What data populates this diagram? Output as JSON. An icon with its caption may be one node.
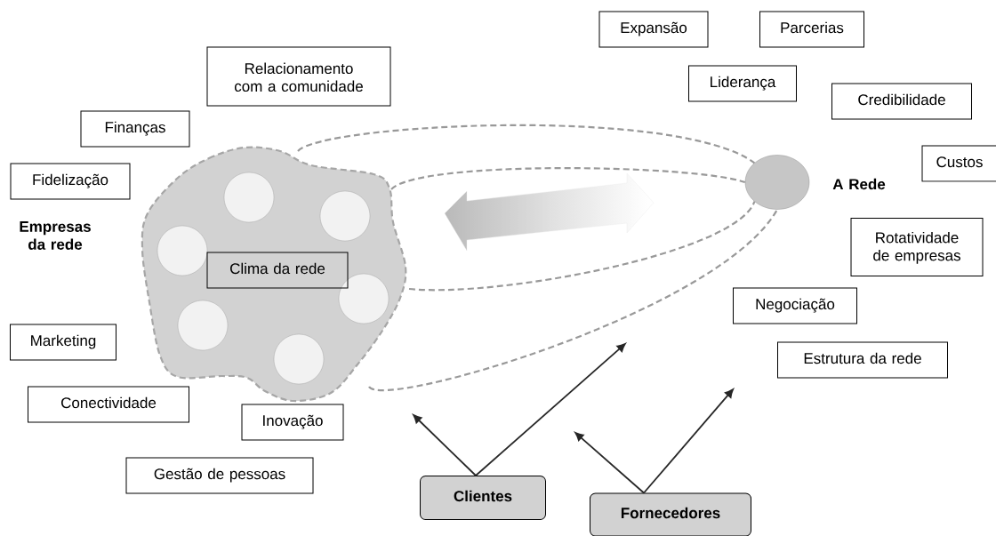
{
  "diagram": {
    "nodes": [
      {
        "text": [
          "Expansão"
        ]
      },
      {
        "text": [
          "Parcerias"
        ]
      },
      {
        "text": [
          "Relacionamento com a comunidade"
        ]
      },
      {
        "text": [
          "Liderança"
        ]
      },
      {
        "text": [
          "Credibilidade"
        ]
      },
      {
        "text": [
          "Finanças"
        ]
      },
      {
        "text": [
          "Custos"
        ]
      },
      {
        "text": [
          "Fidelização"
        ]
      },
      {
        "text": [],
        "shape": "cloud"
      },
      {
        "text": [],
        "shape": "circle",
        "in": 8
      },
      {
        "text": [],
        "shape": "circle",
        "in": 8
      },
      {
        "text": [],
        "shape": "circle",
        "in": 8
      },
      {
        "text": [],
        "shape": "circle",
        "in": 8
      },
      {
        "text": [],
        "shape": "circle",
        "in": 8
      },
      {
        "text": [],
        "shape": "circle",
        "in": 8
      },
      {
        "text": [
          "Clima da rede"
        ],
        "in": 8
      },
      {
        "text": [],
        "shape": "circle",
        "beside": [
          "A Rede"
        ]
      },
      {
        "text": [
          "Rotatividade de empresas"
        ]
      },
      {
        "text": [
          "Negociação"
        ]
      },
      {
        "text": [
          "Marketing"
        ]
      },
      {
        "text": [
          "Estrutura da rede"
        ]
      },
      {
        "text": [
          "Conectividade"
        ]
      },
      {
        "text": [
          "Inovação"
        ]
      },
      {
        "text": [
          "Gestão de pessoas"
        ]
      },
      {
        "text": [
          "Clientes"
        ]
      },
      {
        "text": [
          "Fornecedores"
        ]
      }
    ],
    "edges": [
      {
        "from": 24,
        "to": null,
        "arrow": "to"
      },
      {
        "from": 24,
        "to": null,
        "arrow": "to"
      },
      {
        "from": 25,
        "to": null,
        "arrow": "to"
      },
      {
        "from": 25,
        "to": null,
        "arrow": "to"
      },
      {
        "from": 8,
        "to": 16,
        "arrow": "none",
        "style": "dashed",
        "color": "#999999"
      },
      {
        "from": 8,
        "to": 16,
        "arrow": "none",
        "style": "dashed",
        "color": "#999999"
      },
      {
        "from": 8,
        "to": 16,
        "arrow": "none",
        "style": "dashed",
        "color": "#999999"
      },
      {
        "from": 8,
        "to": 16,
        "arrow": "none",
        "style": "dashed",
        "color": "#999999"
      }
    ],
    "labels": [
      "Empresas da rede"
    ]
  }
}
